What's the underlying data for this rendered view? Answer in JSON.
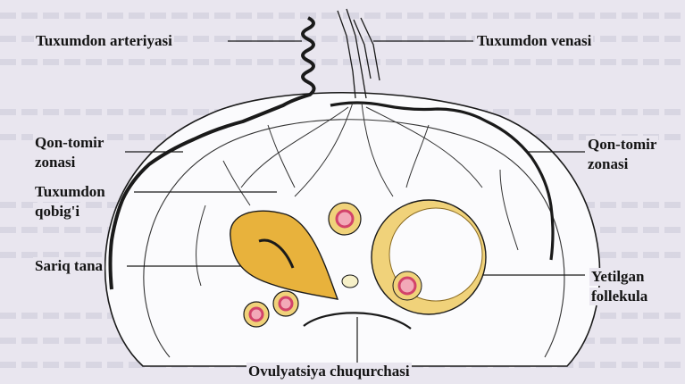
{
  "labels": {
    "tuxumdon_arteriyasi": "Tuxumdon arteriyasi",
    "tuxumdon_venasi": "Tuxumdon venasi",
    "qon_tomir_left_1": "Qon-tomir",
    "qon_tomir_left_2": "zonasi",
    "qon_tomir_right_1": "Qon-tomir",
    "qon_tomir_right_2": "zonasi",
    "tuxumdon_qobigi_1": "Tuxumdon",
    "tuxumdon_qobigi_2": "qobig'i",
    "sariq_tana": "Sariq tana",
    "yetilgan_1": "Yetilgan",
    "yetilgan_2": "follekula",
    "ovulyatsiya": "Ovulyatsiya chuqurchasi"
  },
  "colors": {
    "background": "#e9e6ef",
    "corpus_luteum": "#e8b23c",
    "follicle_ring": "#d2436a",
    "follicle_fill": "#f2a9b8",
    "outline": "#1a1a1a"
  }
}
